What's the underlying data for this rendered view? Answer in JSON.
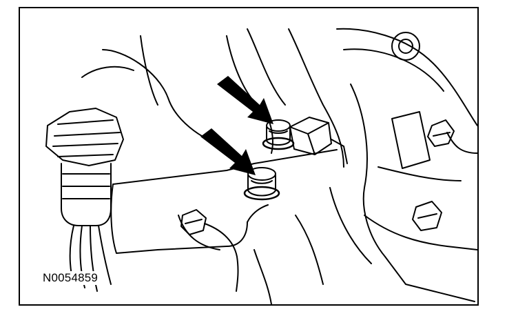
{
  "figure": {
    "reference_code": "N0054859",
    "colors": {
      "ink": "#000000",
      "paper": "#ffffff"
    },
    "callouts": [
      {
        "name": "arrow-upper",
        "points_to": "upper-fastener-cap"
      },
      {
        "name": "arrow-lower",
        "points_to": "lower-fastener-cap"
      }
    ]
  }
}
